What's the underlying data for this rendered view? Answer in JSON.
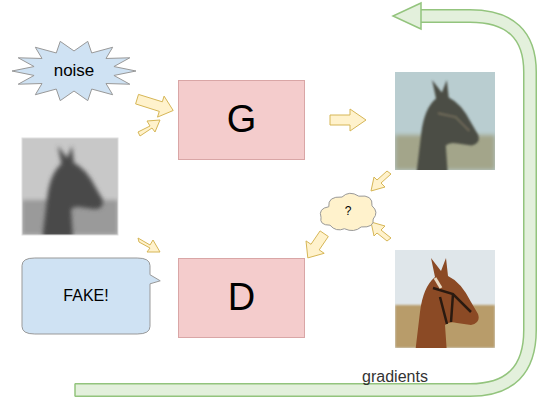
{
  "diagram": {
    "nodes": [
      {
        "text": [
          "noise"
        ]
      },
      {
        "text": [
          "G"
        ]
      },
      {
        "text": [
          "?"
        ]
      },
      {
        "text": [
          "FAKE!"
        ]
      },
      {
        "text": [
          "D"
        ]
      }
    ],
    "edges": [
      {
        "from": 0,
        "to": 1,
        "arrow": "to"
      },
      {
        "from": 2,
        "to": 4,
        "arrow": "to"
      }
    ],
    "labels": [
      "gradients"
    ]
  }
}
